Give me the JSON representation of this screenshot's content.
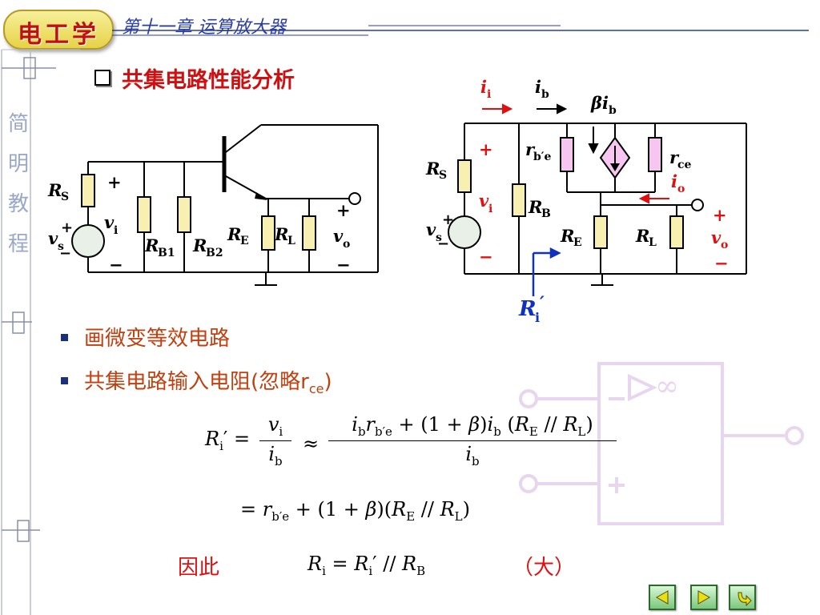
{
  "header": {
    "logo_text": "电工学",
    "chapter_title": "第十一章  运算放大器"
  },
  "sidebar": {
    "chars": [
      "简",
      "明",
      "教",
      "程"
    ]
  },
  "section": {
    "title": "共集电路性能分析"
  },
  "bullets": [
    {
      "text": "画微变等效电路"
    },
    {
      "text": "共集电路输入电阻(忽略r"
    }
  ],
  "conclusion": {
    "prefix": "因此",
    "note": "（大）"
  },
  "colors": {
    "title_red": "#d01010",
    "bullet_orange": "#c04010",
    "chapter_blue": "#2a3ea0",
    "resistor_yellow": "#f8f0b0",
    "resistor_pink": "#f6c6f0",
    "current_arrow_red": "#e01010",
    "ri_arrow_blue": "#1030c0",
    "nav_green": "#7cc67c"
  },
  "nav": {
    "buttons": [
      "prev-icon",
      "next-icon",
      "return-icon"
    ]
  }
}
